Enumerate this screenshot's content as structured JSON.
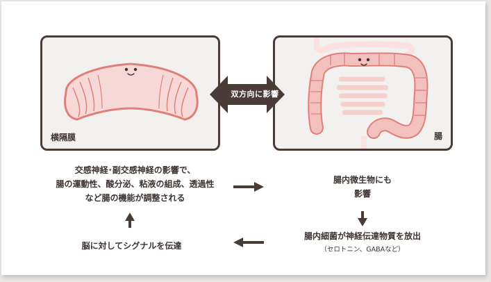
{
  "diagram": {
    "left_panel_label": "横隔膜",
    "right_panel_label": "腸",
    "bidirectional_label": "双方向に影響",
    "effects_lines": [
      "交感神経･副交感神経の影響で、",
      "腸の運動性、酸分泌、粘液の組成、透過性",
      "など腸の機能が調整される"
    ],
    "microbe_lines": [
      "腸内微生物にも",
      "影響"
    ],
    "release_text": "腸内細菌が神経伝達物質を放出",
    "release_note": "（セロトニン、GABAなど）",
    "signal_text": "脳に対してシグナルを伝達"
  },
  "colors": {
    "outline": "#4a3b37",
    "organ_fill": "#f2c0bd",
    "organ_stroke": "#e07f79",
    "panel_bg": "#f3f1f0",
    "arrow": "#4a3b37"
  },
  "icons": {
    "diaphragm": "diaphragm-illustration",
    "intestine": "intestine-illustration",
    "double_arrow": "double-arrow-icon"
  }
}
